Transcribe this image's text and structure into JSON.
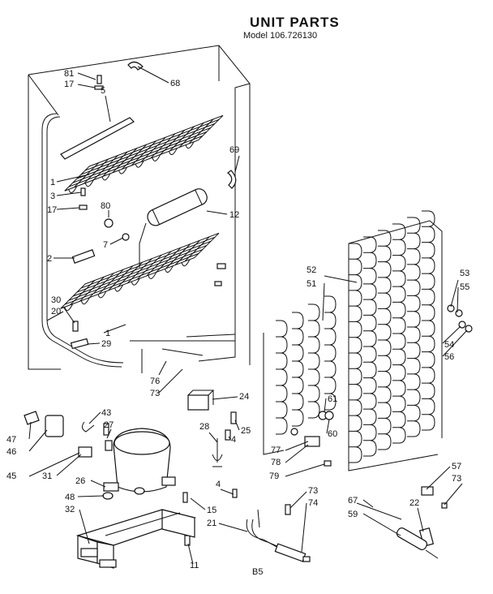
{
  "header": {
    "title": "UNIT PARTS",
    "model": "Model 106.726130"
  },
  "footer": {
    "code": "B5"
  },
  "callouts": [
    {
      "id": "c81",
      "text": "81"
    },
    {
      "id": "c17a",
      "text": "17"
    },
    {
      "id": "c68",
      "text": "68"
    },
    {
      "id": "c5",
      "text": "5"
    },
    {
      "id": "c69",
      "text": "69"
    },
    {
      "id": "c1a",
      "text": "1"
    },
    {
      "id": "c3",
      "text": "3"
    },
    {
      "id": "c80",
      "text": "80"
    },
    {
      "id": "c17b",
      "text": "17"
    },
    {
      "id": "c12",
      "text": "12"
    },
    {
      "id": "c7",
      "text": "7"
    },
    {
      "id": "c2",
      "text": "2"
    },
    {
      "id": "c52",
      "text": "52"
    },
    {
      "id": "c51",
      "text": "51"
    },
    {
      "id": "c53",
      "text": "53"
    },
    {
      "id": "c55",
      "text": "55"
    },
    {
      "id": "c30",
      "text": "30"
    },
    {
      "id": "c20",
      "text": "20"
    },
    {
      "id": "c1b",
      "text": "1"
    },
    {
      "id": "c29",
      "text": "29"
    },
    {
      "id": "c54",
      "text": "54"
    },
    {
      "id": "c56",
      "text": "56"
    },
    {
      "id": "c76",
      "text": "76"
    },
    {
      "id": "c73a",
      "text": "73"
    },
    {
      "id": "c24",
      "text": "24"
    },
    {
      "id": "c61",
      "text": "61"
    },
    {
      "id": "c43",
      "text": "43"
    },
    {
      "id": "c47",
      "text": "47"
    },
    {
      "id": "c46",
      "text": "46"
    },
    {
      "id": "c27",
      "text": "27"
    },
    {
      "id": "c28",
      "text": "28"
    },
    {
      "id": "c25",
      "text": "25"
    },
    {
      "id": "c4a",
      "text": "4"
    },
    {
      "id": "c60",
      "text": "60"
    },
    {
      "id": "c77",
      "text": "77"
    },
    {
      "id": "c78",
      "text": "78"
    },
    {
      "id": "c45",
      "text": "45"
    },
    {
      "id": "c31",
      "text": "31"
    },
    {
      "id": "c79",
      "text": "79"
    },
    {
      "id": "c26",
      "text": "26"
    },
    {
      "id": "c57",
      "text": "57"
    },
    {
      "id": "c73b",
      "text": "73"
    },
    {
      "id": "c48",
      "text": "48"
    },
    {
      "id": "c4b",
      "text": "4"
    },
    {
      "id": "c73c",
      "text": "73"
    },
    {
      "id": "c32",
      "text": "32"
    },
    {
      "id": "c74",
      "text": "74"
    },
    {
      "id": "c67",
      "text": "67"
    },
    {
      "id": "c22",
      "text": "22"
    },
    {
      "id": "c59",
      "text": "59"
    },
    {
      "id": "c15",
      "text": "15"
    },
    {
      "id": "c21",
      "text": "21"
    },
    {
      "id": "c11",
      "text": "11"
    }
  ]
}
